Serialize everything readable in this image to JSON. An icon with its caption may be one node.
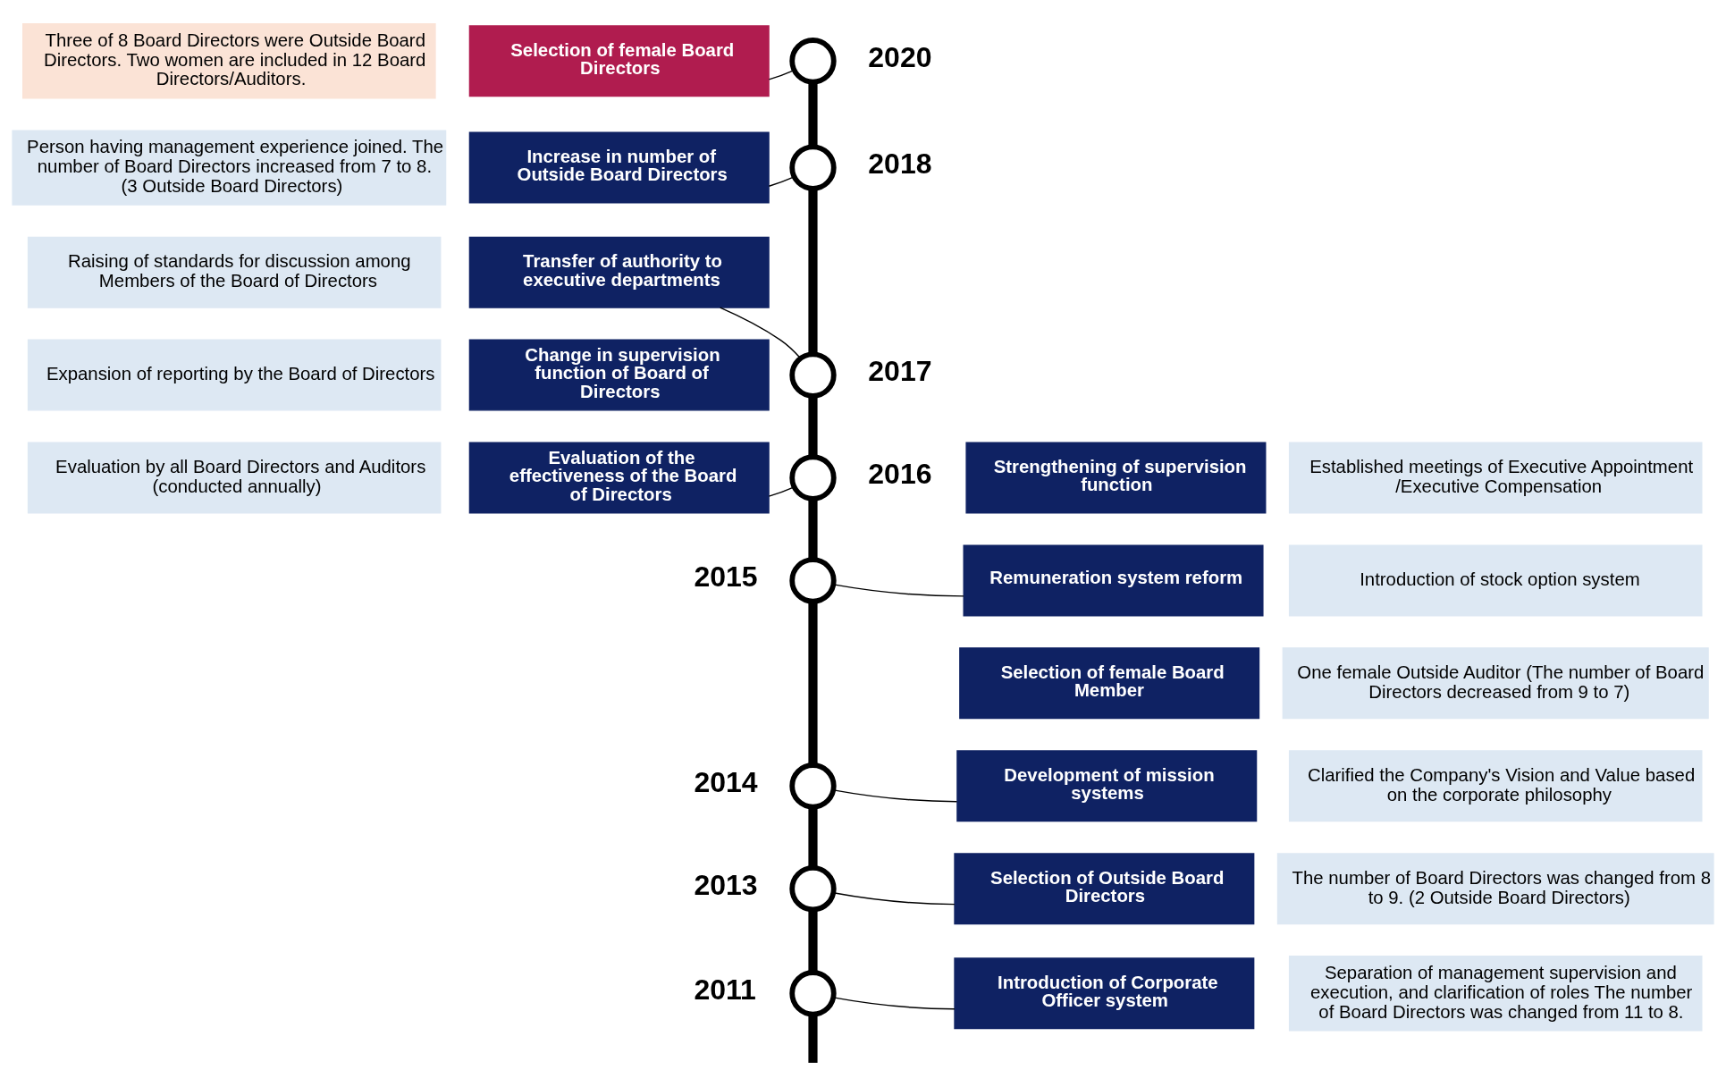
{
  "diagram": {
    "nodes": [
      {
        "text": [],
        "shape": "circle",
        "beside": [
          "2011"
        ]
      },
      {
        "text": [],
        "shape": "circle",
        "beside": [
          "2013"
        ]
      },
      {
        "text": [],
        "shape": "circle",
        "beside": [
          "2014"
        ]
      },
      {
        "text": [],
        "shape": "circle",
        "beside": [
          "2015"
        ]
      },
      {
        "text": [],
        "shape": "circle",
        "beside": [
          "2016"
        ]
      },
      {
        "text": [],
        "shape": "circle",
        "beside": [
          "2017"
        ]
      },
      {
        "text": [],
        "shape": "circle",
        "beside": [
          "2018"
        ]
      },
      {
        "text": [],
        "shape": "circle",
        "beside": [
          "2020"
        ]
      },
      {
        "text": [
          "Introduction of Corporate Officer system"
        ]
      },
      {
        "text": [
          "Separation of management supervision and execution, and clarification of roles The number of Board Directors was changed from 11 to 8."
        ]
      },
      {
        "text": [
          "Selection of Outside Board Directors"
        ]
      },
      {
        "text": [
          "The number of Board Directors was changed from 8 to 9. (2 Outside Board Directors)"
        ]
      },
      {
        "text": [
          "Development of mission systems"
        ]
      },
      {
        "text": [
          "Clarified the Company's Vision and Value based on the corporate philosophy"
        ]
      },
      {
        "text": [
          "Strengthening of supervision function"
        ]
      },
      {
        "text": [
          "Established meetings of Executive Appointment /Executive Compensation"
        ]
      },
      {
        "text": [
          "Remuneration system reform"
        ]
      },
      {
        "text": [
          "Introduction of stock option system"
        ]
      },
      {
        "text": [
          "Selection of female Board Member"
        ]
      },
      {
        "text": [
          "One female Outside Auditor (The number of Board Directors decreased from 9 to 7)"
        ]
      },
      {
        "text": [
          "Evaluation of the effectiveness of the Board of Directors"
        ]
      },
      {
        "text": [
          "Evaluation by all Board Directors and Auditors (conducted annually)"
        ]
      },
      {
        "text": [
          "Transfer of authority to executive departments"
        ]
      },
      {
        "text": [
          "Raising of standards for discussion among Members of the Board of Directors"
        ]
      },
      {
        "text": [
          "Change in supervision function of Board of Directors"
        ]
      },
      {
        "text": [
          "Expansion of reporting by the Board of Directors"
        ]
      },
      {
        "text": [
          "Increase in number of Outside Board Directors"
        ]
      },
      {
        "text": [
          "Person having management experience joined. The number of Board Directors increased from 7 to 8. (3 Outside Board Directors)"
        ]
      },
      {
        "text": [
          "Selection of female Board Directors"
        ]
      },
      {
        "text": [
          "Three of 8 Board Directors were Outside Board Directors. Two women are included in 12 Board Directors/Auditors."
        ]
      }
    ],
    "edges": [
      {
        "from": null,
        "to": 0,
        "arrow": "none",
        "style": "thick"
      },
      {
        "from": 0,
        "to": 1,
        "arrow": "none",
        "style": "thick"
      },
      {
        "from": 1,
        "to": 2,
        "arrow": "none",
        "style": "thick"
      },
      {
        "from": 2,
        "to": 3,
        "arrow": "none",
        "style": "thick"
      },
      {
        "from": 3,
        "to": 4,
        "arrow": "none",
        "style": "thick"
      },
      {
        "from": 4,
        "to": 5,
        "arrow": "none",
        "style": "thick"
      },
      {
        "from": 5,
        "to": 6,
        "arrow": "none",
        "style": "thick"
      },
      {
        "from": 6,
        "to": 7,
        "arrow": "none",
        "style": "thick"
      },
      {
        "from": 0,
        "to": 8,
        "arrow": "none"
      },
      {
        "from": 1,
        "to": 10,
        "arrow": "none"
      },
      {
        "from": 2,
        "to": 12,
        "arrow": "none"
      },
      {
        "from": 3,
        "to": 16,
        "arrow": "none"
      },
      {
        "from": 4,
        "to": 20,
        "arrow": "none"
      },
      {
        "from": 5,
        "to": 22,
        "arrow": "none"
      },
      {
        "from": 6,
        "to": 26,
        "arrow": "none"
      },
      {
        "from": 7,
        "to": 28,
        "arrow": "none"
      }
    ]
  }
}
